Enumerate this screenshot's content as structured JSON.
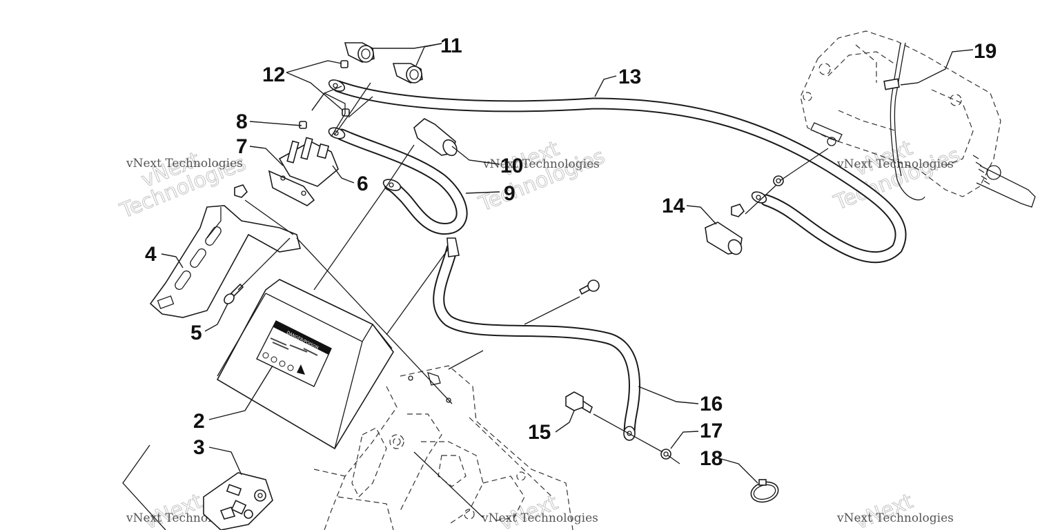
{
  "callouts": [
    {
      "id": "2",
      "label": "2"
    },
    {
      "id": "3",
      "label": "3"
    },
    {
      "id": "4",
      "label": "4"
    },
    {
      "id": "5",
      "label": "5"
    },
    {
      "id": "6",
      "label": "6"
    },
    {
      "id": "7",
      "label": "7"
    },
    {
      "id": "8",
      "label": "8"
    },
    {
      "id": "9",
      "label": "9"
    },
    {
      "id": "10",
      "label": "10"
    },
    {
      "id": "11",
      "label": "11"
    },
    {
      "id": "12",
      "label": "12"
    },
    {
      "id": "13",
      "label": "13"
    },
    {
      "id": "14",
      "label": "14"
    },
    {
      "id": "15",
      "label": "15"
    },
    {
      "id": "16",
      "label": "16"
    },
    {
      "id": "17",
      "label": "17"
    },
    {
      "id": "18",
      "label": "18"
    },
    {
      "id": "19",
      "label": "19"
    }
  ],
  "watermark": {
    "brand_small": "vNext Technologies",
    "brand_line1": "vNext",
    "brand_line2": "Technologies"
  },
  "battery_label": {
    "heading": "DANGER/POISON"
  }
}
